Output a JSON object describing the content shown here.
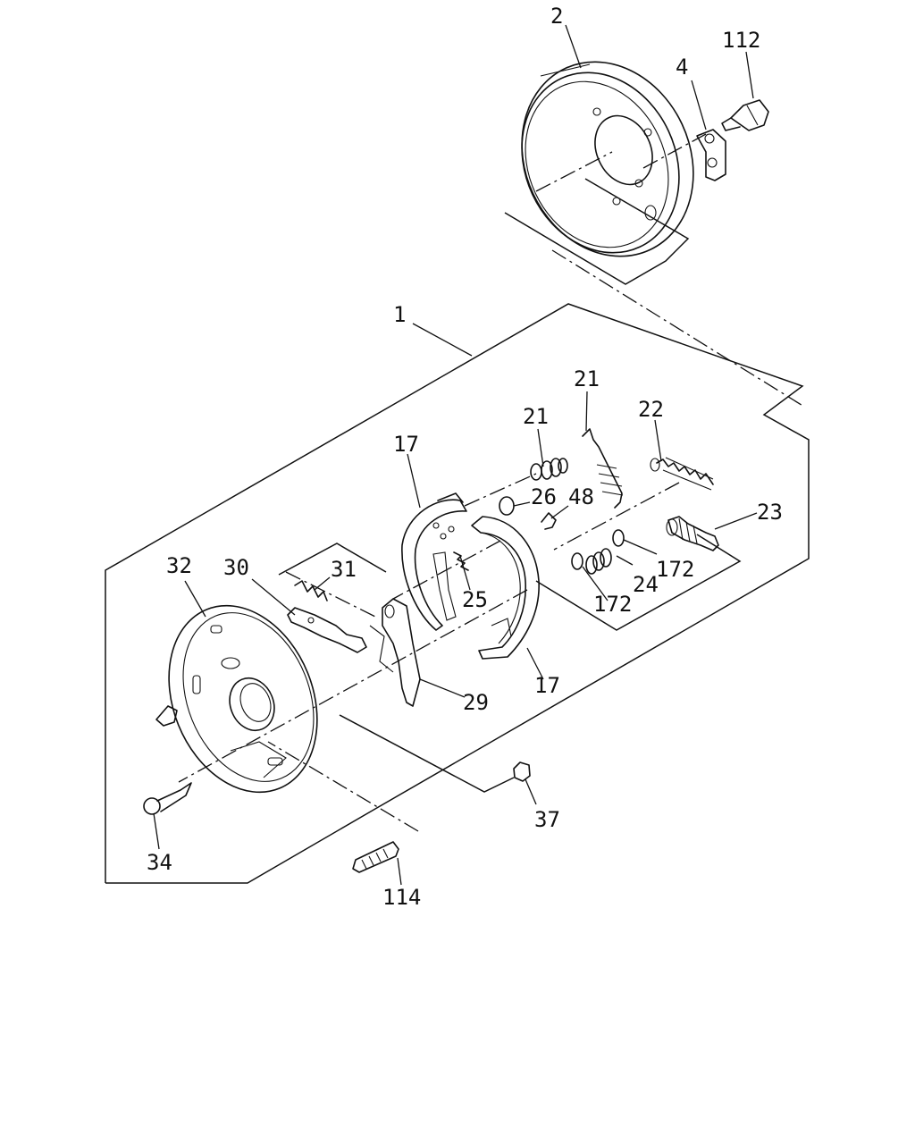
{
  "callouts": {
    "c1": "1",
    "c2": "2",
    "c4": "4",
    "c112": "112",
    "c21a": "21",
    "c21b": "21",
    "c22": "22",
    "c17a": "17",
    "c17b": "17",
    "c26": "26",
    "c48": "48",
    "c23": "23",
    "c32": "32",
    "c30": "30",
    "c31": "31",
    "c25": "25",
    "c24": "24",
    "c172a": "172",
    "c172b": "172",
    "c29": "29",
    "c37": "37",
    "c34": "34",
    "c114": "114"
  },
  "colors": {
    "ink": "#111111",
    "paper": "#ffffff"
  }
}
